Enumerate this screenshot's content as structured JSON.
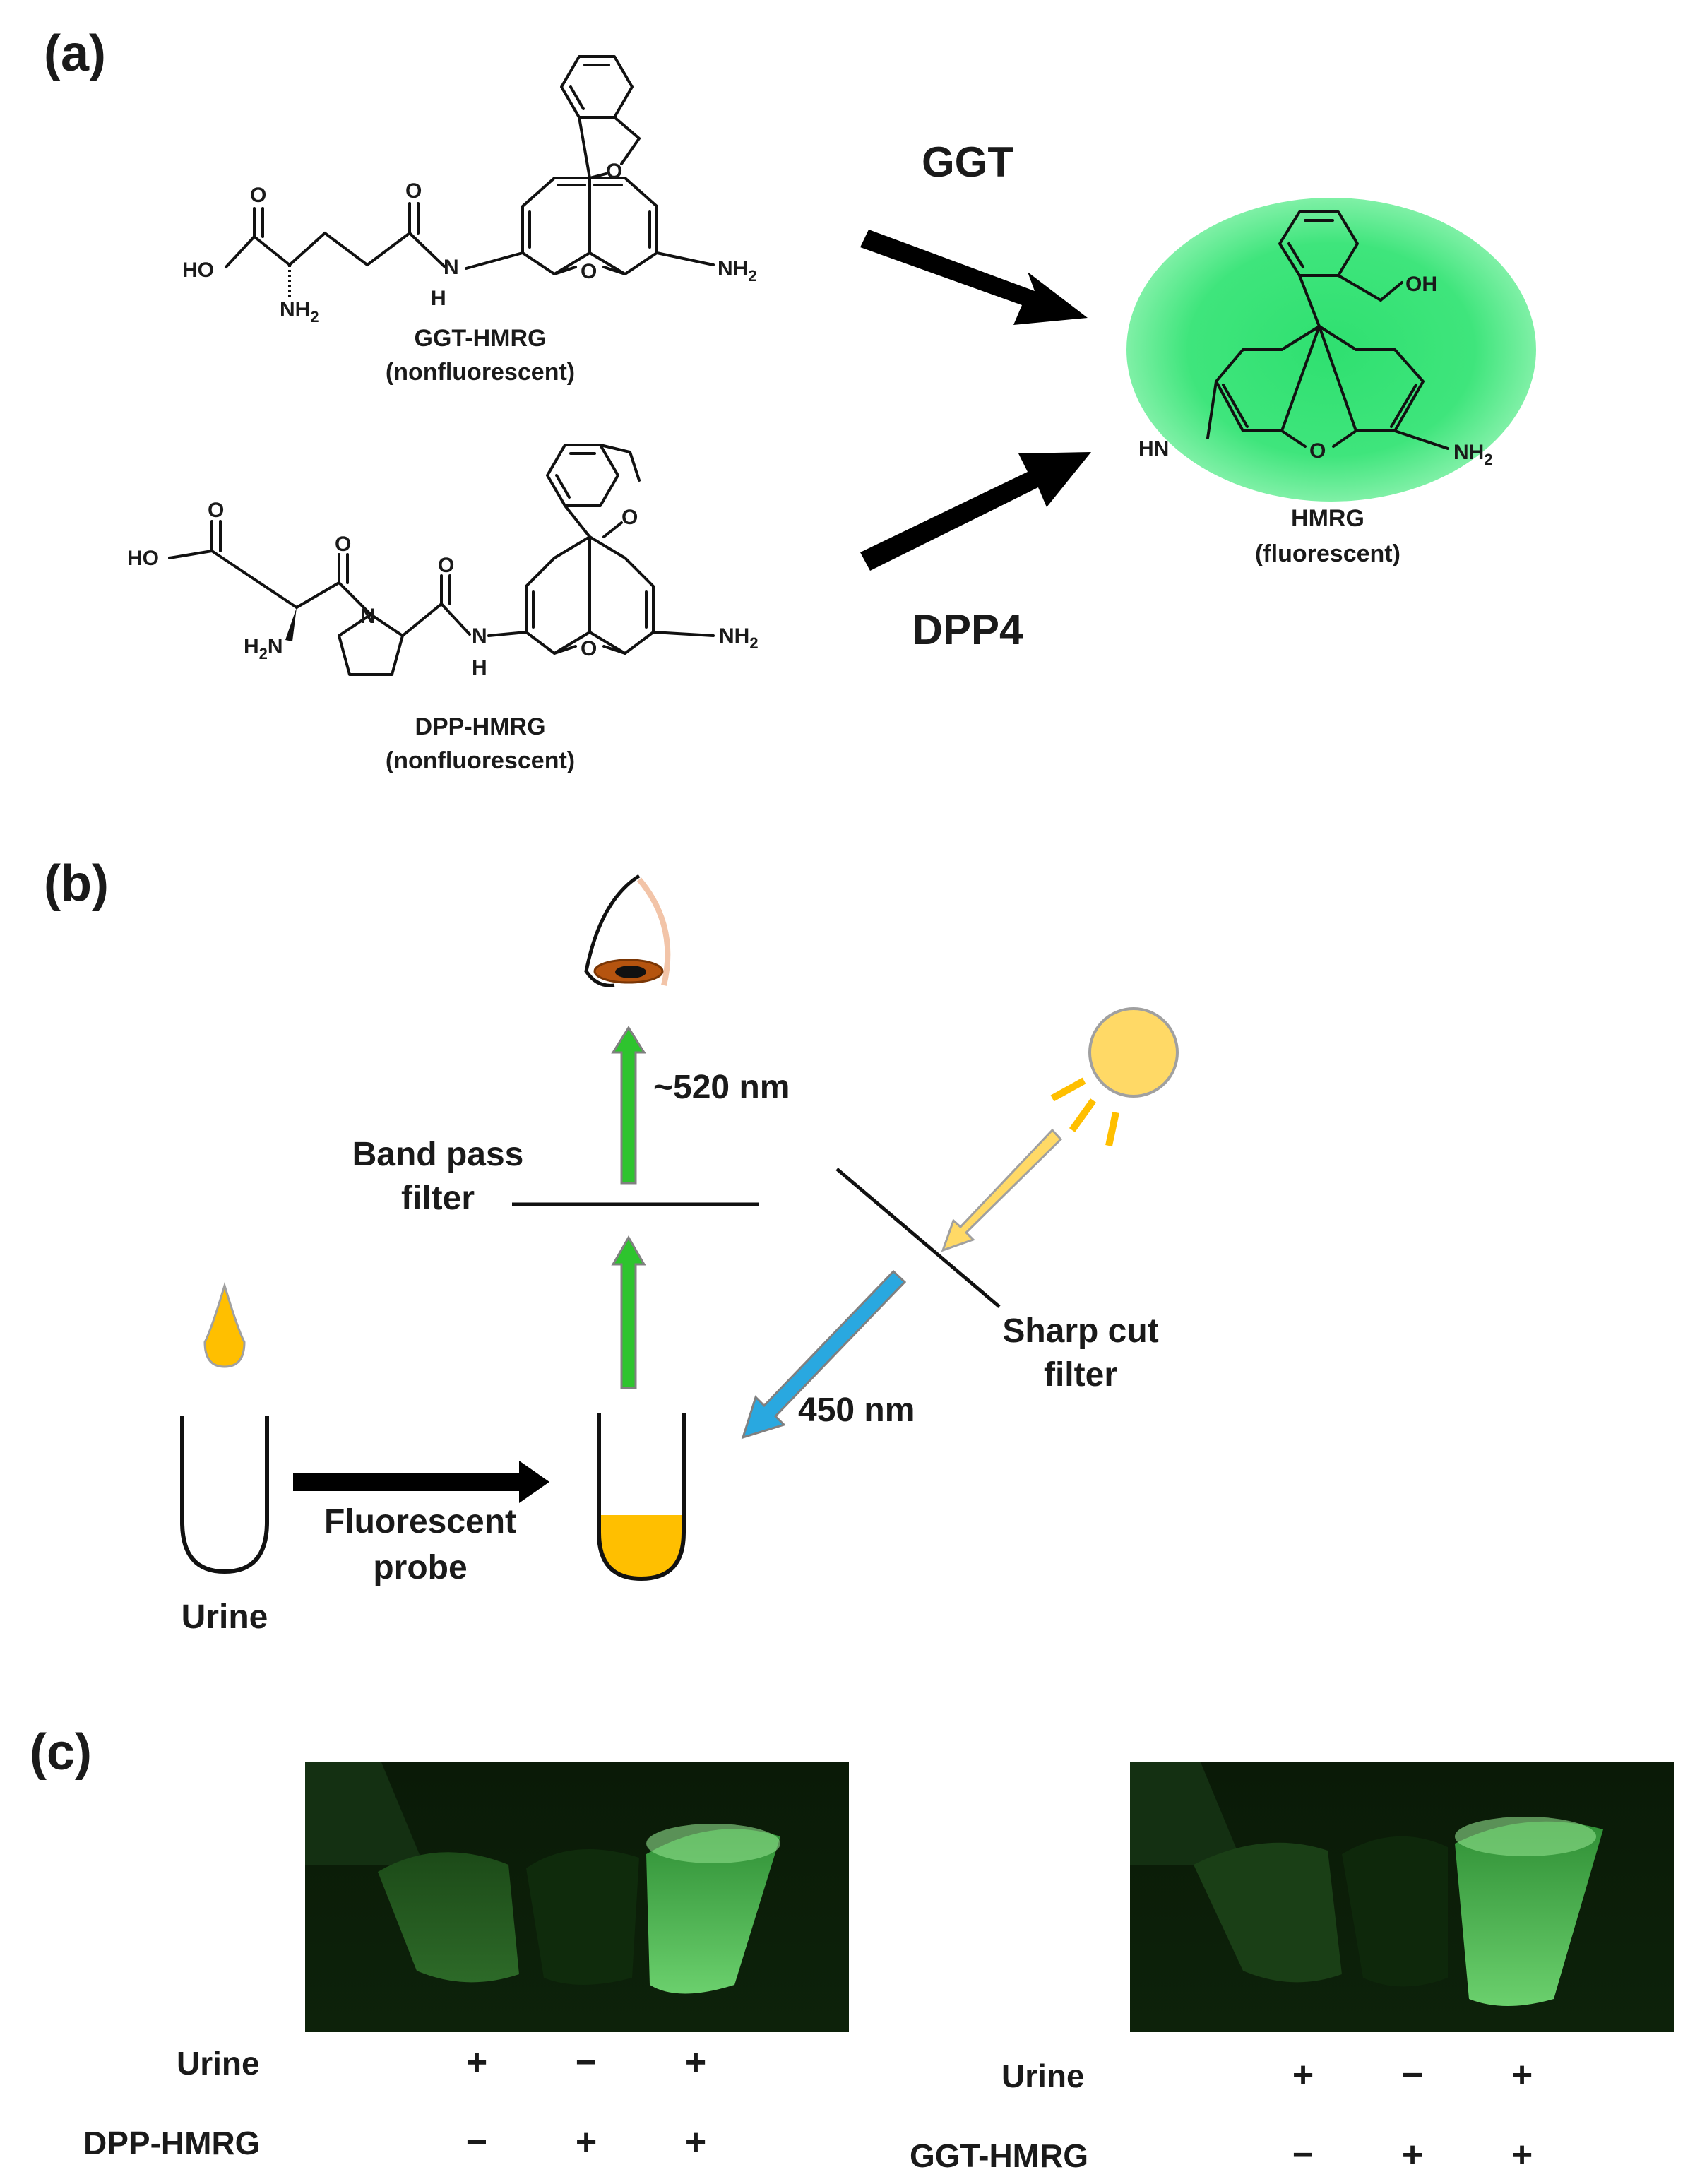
{
  "panels": {
    "a": "(a)",
    "b": "(b)",
    "c": "(c)"
  },
  "scheme": {
    "enzyme_top": "GGT",
    "enzyme_bottom": "DPP4",
    "probe1": {
      "name": "GGT-HMRG",
      "state": "(nonfluorescent)",
      "atoms": {
        "ho": "HO",
        "o1": "O",
        "o2": "O",
        "nh2_a": "NH",
        "nh2_a_sub": "2",
        "n": "N",
        "h": "H",
        "ring_o": "O",
        "lactone_o": "O",
        "nh2_b": "NH",
        "nh2_b_sub": "2"
      }
    },
    "probe2": {
      "name": "DPP-HMRG",
      "state": "(nonfluorescent)",
      "atoms": {
        "ho": "HO",
        "o1": "O",
        "o2": "O",
        "o3": "O",
        "h2n": "H",
        "h2n_sub": "2",
        "h2n_n": "N",
        "pro_n": "N",
        "n": "N",
        "h": "H",
        "ring_o": "O",
        "lactone_o": "O",
        "nh2": "NH",
        "nh2_sub": "2"
      }
    },
    "product": {
      "name": "HMRG",
      "state": "(fluorescent)",
      "glow_color": "#22e06a",
      "atoms": {
        "oh": "OH",
        "hn": "HN",
        "ring_o": "O",
        "nh2": "NH",
        "nh2_sub": "2"
      }
    }
  },
  "setup": {
    "emission": "~520 nm",
    "band_pass": [
      "Band pass",
      "filter"
    ],
    "sharp_cut": [
      "Sharp cut",
      "filter"
    ],
    "excitation": "450 nm",
    "probe_label": [
      "Fluorescent",
      "probe"
    ],
    "sample": "Urine",
    "colors": {
      "green_arrow": "#2ec42e",
      "blue_arrow": "#29a8e0",
      "sun": "#ffd966",
      "urine": "#ffbf00",
      "iris": "#b5540f"
    }
  },
  "photos": {
    "rows_left": [
      "Urine",
      "DPP-HMRG"
    ],
    "rows_right": [
      "Urine",
      "GGT-HMRG"
    ],
    "left_urine": [
      "+",
      "−",
      "+"
    ],
    "left_probe": [
      "−",
      "+",
      "+"
    ],
    "right_urine": [
      "+",
      "−",
      "+"
    ],
    "right_probe": [
      "−",
      "+",
      "+"
    ]
  }
}
